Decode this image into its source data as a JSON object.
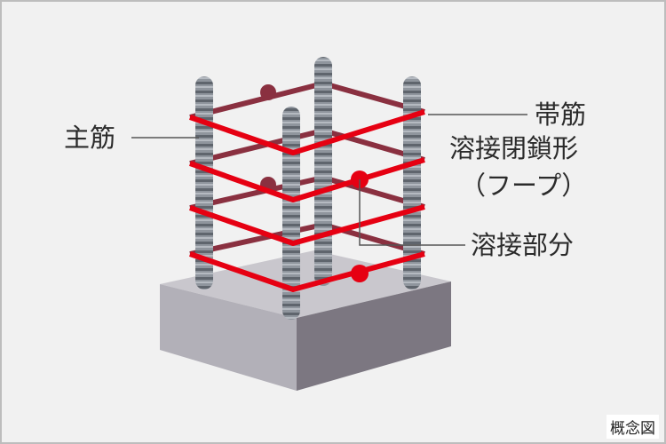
{
  "labels": {
    "main_rebar": "主筋",
    "hoop_line1": "帯筋",
    "hoop_line2": "溶接閉鎖形",
    "hoop_line3": "（フープ）",
    "weld": "溶接部分"
  },
  "caption": "概念図",
  "colors": {
    "background": "#f1f1f1",
    "hoop_front": "#e60012",
    "hoop_back": "#8a3040",
    "rebar": "#8f959d",
    "base_top": "#c9c7cd",
    "base_left": "#b2b0b8",
    "base_right": "#7c7781",
    "leader": "#555555"
  }
}
